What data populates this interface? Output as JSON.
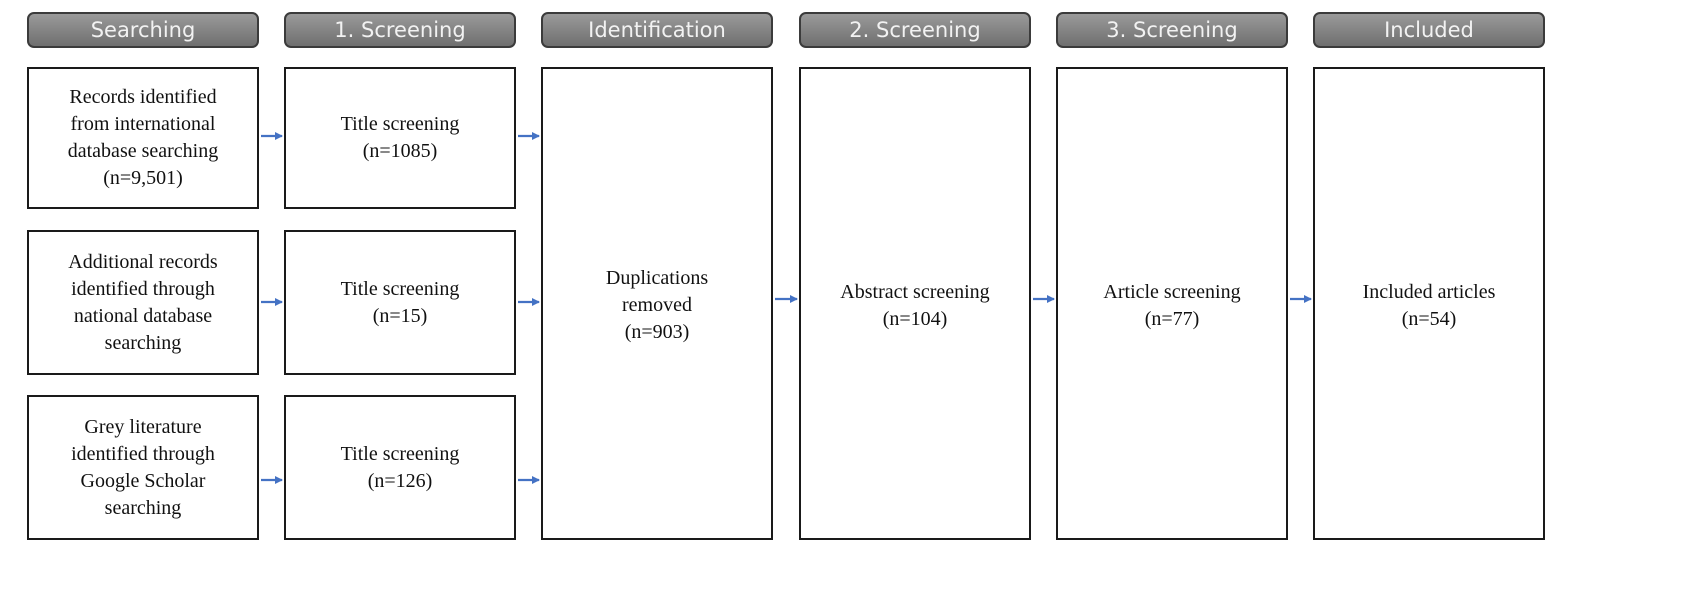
{
  "headers": [
    "Searching",
    "1. Screening",
    "Identification",
    "2. Screening",
    "3. Screening",
    "Included"
  ],
  "search_sources": [
    "Records identified\nfrom international\ndatabase searching\n(n=9,501)",
    "Additional records\nidentified through\nnational database\nsearching",
    "Grey literature\nidentified through\nGoogle Scholar\nsearching"
  ],
  "title_screens": [
    "Title screening\n(n=1085)",
    "Title screening\n(n=15)",
    "Title screening\n(n=126)"
  ],
  "identification": "Duplications\nremoved\n(n=903)",
  "abstract_screening": "Abstract screening\n(n=104)",
  "article_screening": "Article screening\n(n=77)",
  "included": "Included articles\n(n=54)",
  "colors": {
    "arrow": "#4472c4",
    "header_fill": "#7f7f7f"
  }
}
